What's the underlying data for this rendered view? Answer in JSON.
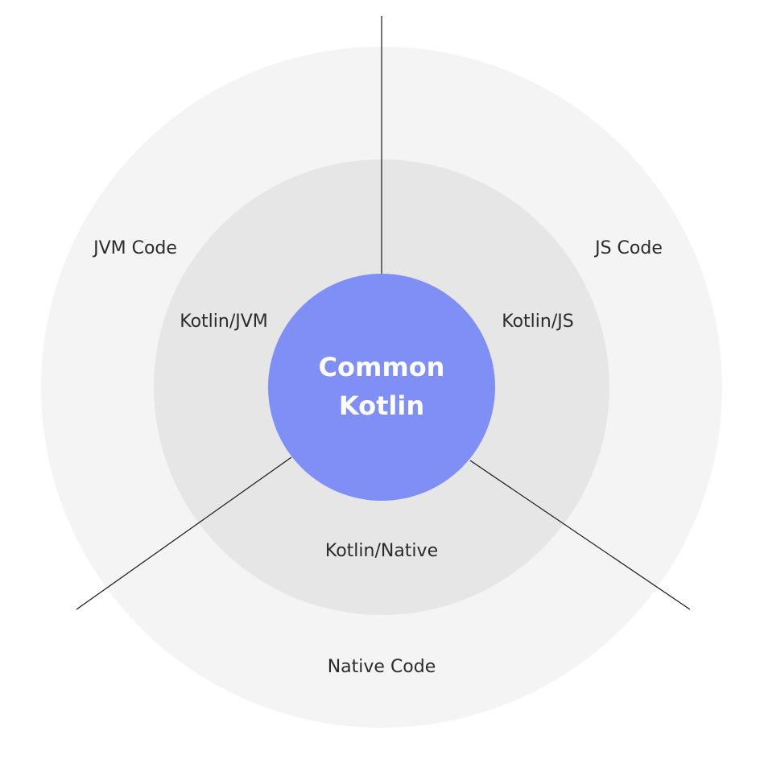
{
  "core": {
    "line1": "Common",
    "line2": "Kotlin",
    "color": "#7f8ff5"
  },
  "inner_ring": {
    "color": "#e6e6e6",
    "labels": {
      "jvm": "Kotlin/JVM",
      "js": "Kotlin/JS",
      "native": "Kotlin/Native"
    }
  },
  "outer_ring": {
    "color": "#f4f4f4",
    "labels": {
      "jvm": "JVM Code",
      "js": "JS Code",
      "native": "Native Code"
    }
  },
  "divider_color": "#1a1a1a"
}
